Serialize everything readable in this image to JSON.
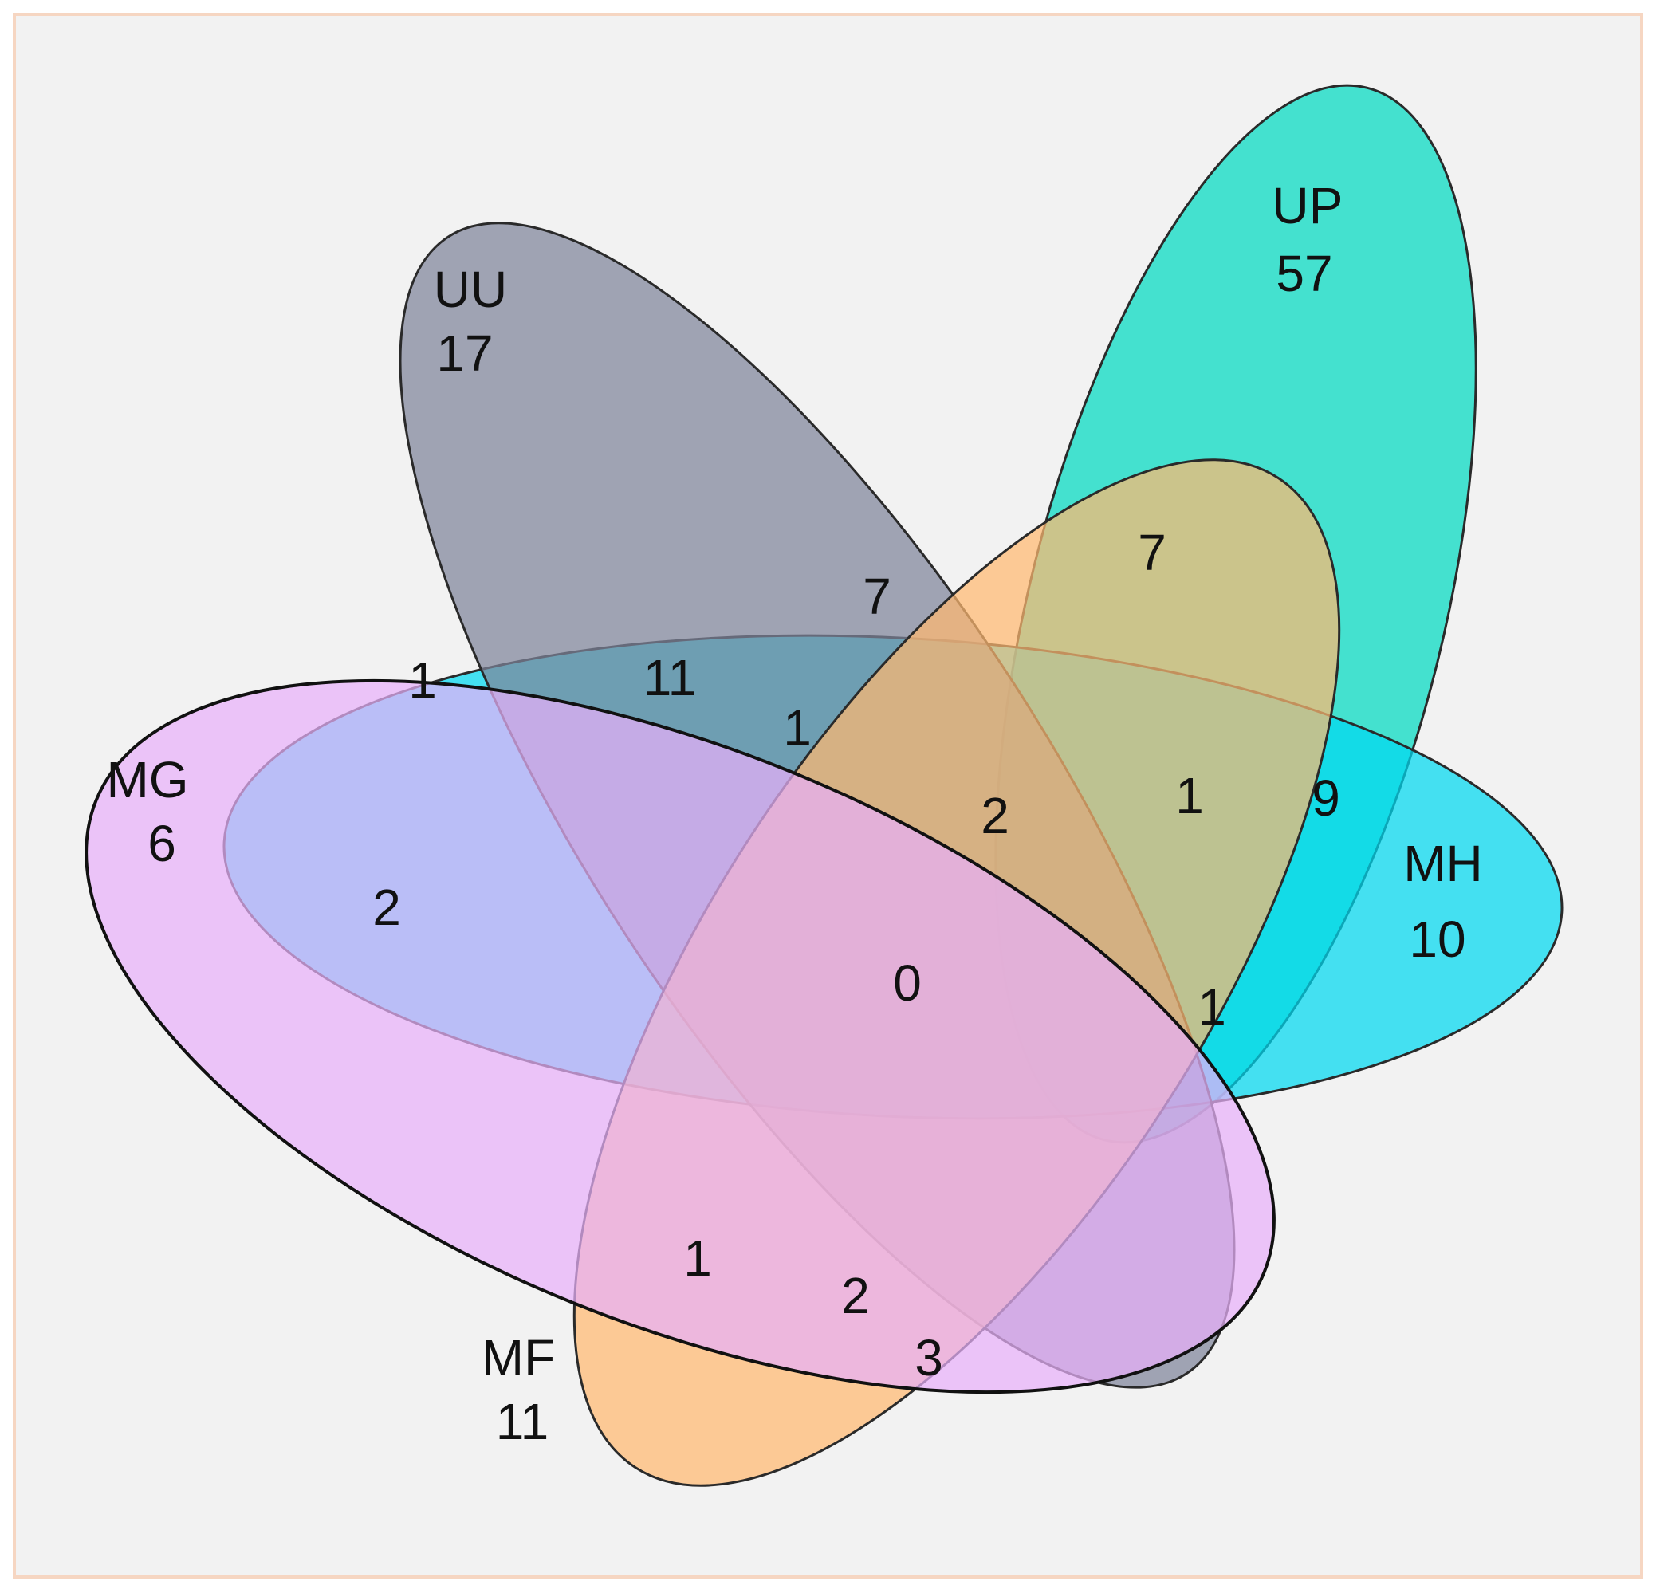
{
  "diagram": {
    "type": "venn",
    "background_color": "#f2f2f2",
    "border_color": "#f6d6c2",
    "sets": [
      {
        "id": "UP",
        "name": "UP",
        "count": "57",
        "color": "#00d9c0"
      },
      {
        "id": "MH",
        "name": "MH",
        "count": "10",
        "color": "#00d8f0"
      },
      {
        "id": "UU",
        "name": "UU",
        "count": "17",
        "color": "#7e849a"
      },
      {
        "id": "MF",
        "name": "MF",
        "count": "11",
        "color": "#ffb870"
      },
      {
        "id": "MG",
        "name": "MG",
        "count": "6",
        "color": "#e8b0fa"
      }
    ],
    "regions": [
      {
        "id": "up-mf",
        "value": "7"
      },
      {
        "id": "uu-up-mf",
        "value": "7"
      },
      {
        "id": "uu-mg",
        "value": "1"
      },
      {
        "id": "uu-mh",
        "value": "11"
      },
      {
        "id": "uu-mh-mf",
        "value": "1"
      },
      {
        "id": "uu-up-mh-mf",
        "value": "2"
      },
      {
        "id": "up-mh-mf",
        "value": "1"
      },
      {
        "id": "up-mh",
        "value": "9"
      },
      {
        "id": "mg-mh",
        "value": "2"
      },
      {
        "id": "all-five",
        "value": "0"
      },
      {
        "id": "uu-up-mh",
        "value": "1"
      },
      {
        "id": "mg-mf",
        "value": "1"
      },
      {
        "id": "mg-mh-mf",
        "value": "2"
      },
      {
        "id": "mh-mf",
        "value": "3"
      }
    ]
  }
}
